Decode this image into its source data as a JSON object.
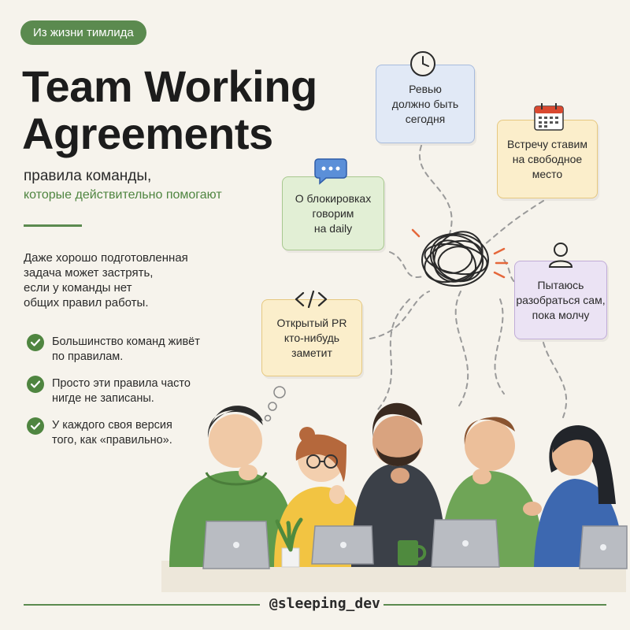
{
  "tag": "Из жизни тимлида",
  "title_line1": "Team Working",
  "title_line2": "Agreements",
  "subtitle_line1": "правила команды,",
  "subtitle_line2": "которые действительно помогают",
  "intro": "Даже хорошо подготовленная\nзадача может застрять,\nесли у команды нет\nобщих правил работы.",
  "bullets": [
    "Большинство команд живёт\nпо правилам.",
    "Просто эти правила часто\nнигде не записаны.",
    "У каждого своя версия\nтого, как «правильно»."
  ],
  "cards": {
    "review": "Ревью\nдолжно быть\nсегодня",
    "meeting": "Встречу ставим\nна свободное\nместо",
    "blockers": "О блокировках\nговорим\nна daily",
    "self_solve": "Пытаюсь\nразобраться сам,\nпока молчу",
    "open_pr": "Открытый PR\nкто-нибудь\nзаметит"
  },
  "icons": {
    "review": "clock-icon",
    "meeting": "calendar-icon",
    "blockers": "chat-bubble-icon",
    "self_solve": "person-icon",
    "open_pr": "code-icon"
  },
  "footer_handle": "@sleeping_dev",
  "colors": {
    "accent_green": "#5b8a4f",
    "background": "#f6f3ec"
  }
}
